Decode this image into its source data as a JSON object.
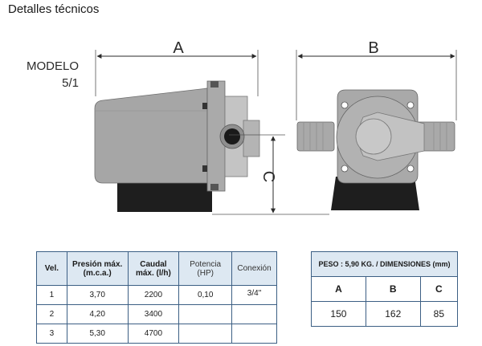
{
  "page": {
    "title": "Detalles técnicos",
    "modelo_label": "MODELO",
    "modelo_value": "5/1"
  },
  "dimension_labels": {
    "a": "A",
    "b": "B",
    "c": "C"
  },
  "spec_table": {
    "headers": {
      "vel": "Vel.",
      "presion_1": "Presión máx.",
      "presion_2": "(m.c.a.)",
      "caudal_1": "Caudal",
      "caudal_2": "máx. (l/h)",
      "potencia_1": "Potencia",
      "potencia_2": "(HP)",
      "conexion": "Conexión"
    },
    "rows": [
      {
        "vel": "1",
        "presion": "3,70",
        "caudal": "2200",
        "potencia": "0,10",
        "conexion": "3/4\""
      },
      {
        "vel": "2",
        "presion": "4,20",
        "caudal": "3400",
        "potencia": "",
        "conexion": ""
      },
      {
        "vel": "3",
        "presion": "5,30",
        "caudal": "4700",
        "potencia": "",
        "conexion": ""
      }
    ]
  },
  "dims_table": {
    "header": "PESO : 5,90 KG. / DIMENSIONES (mm)",
    "columns": [
      "A",
      "B",
      "C"
    ],
    "values": [
      "150",
      "162",
      "85"
    ]
  },
  "colors": {
    "table_border": "#3c5f84",
    "table_header_bg": "#dde8f2",
    "pump_dark": "#1e1e1e",
    "pump_grey": "#a9a9a9",
    "pump_light": "#c4c4c4"
  }
}
